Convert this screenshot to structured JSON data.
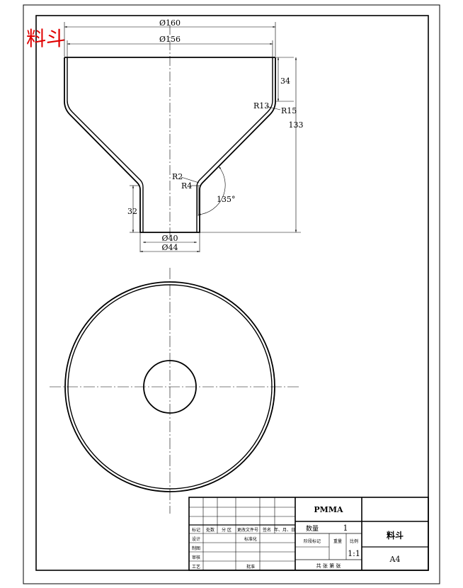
{
  "title_mark": "料斗",
  "dimensions": {
    "top_outer_diameter": "Ø160",
    "top_inner_diameter": "Ø156",
    "cylinder_height": "34",
    "total_height": "133",
    "inner_fillet_top": "R13",
    "outer_fillet_top": "R15",
    "inner_fillet_bottom": "R2",
    "outer_fillet_bottom": "R4",
    "cone_angle": "135°",
    "spout_length": "32",
    "spout_inner_diameter": "Ø40",
    "spout_outer_diameter": "Ø44"
  },
  "title_block": {
    "material": "PMMA",
    "quantity_label": "数量",
    "quantity_value": "1",
    "part_name": "料斗",
    "sheet_size": "A4",
    "scale_label": "比例",
    "scale_value": "1:1",
    "weight_label": "重量",
    "stage_mark_label": "阶段标记",
    "sheets_label": "共 张 第 张",
    "rev_headers": [
      "标记",
      "处数",
      "分 区",
      "更改文件号",
      "签名",
      "年、月、日"
    ],
    "design_label": "设计",
    "standardization_label": "标准化",
    "drafting_label": "制图",
    "review_label": "审核",
    "process_label": "工艺",
    "approve_label": "批准"
  }
}
